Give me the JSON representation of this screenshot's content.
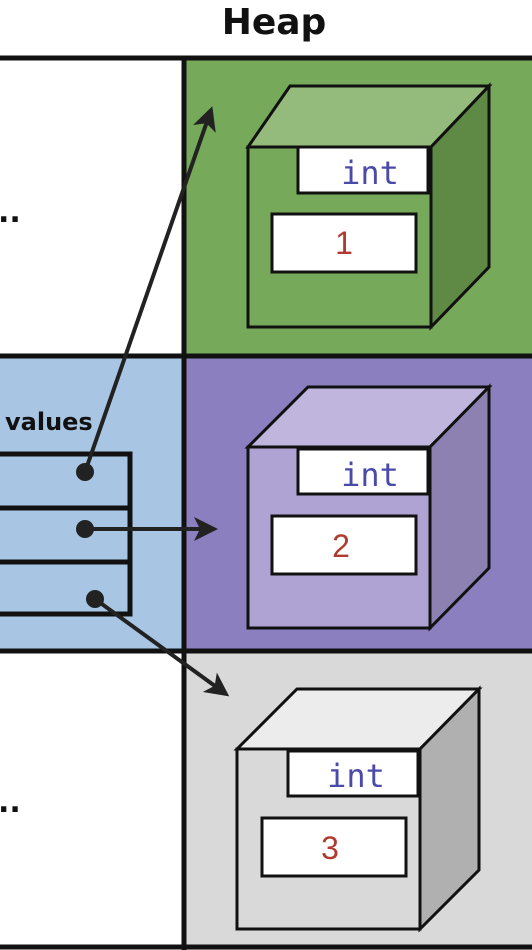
{
  "heap_title": "Heap",
  "variable": {
    "name": "values",
    "slot_count": 3
  },
  "ellipsis": "..",
  "objects": [
    {
      "type": "int",
      "value": "1",
      "colors": {
        "panel": "#77a95a",
        "front": "#77a95a",
        "top": "#94bb7b",
        "side": "#5e8a45"
      }
    },
    {
      "type": "int",
      "value": "2",
      "colors": {
        "panel": "#8b7fc0",
        "front": "#afa3d3",
        "top": "#c0b6dd",
        "side": "#8c81b0"
      }
    },
    {
      "type": "int",
      "value": "3",
      "colors": {
        "panel": "#d9d9d9",
        "front": "#d9d9d9",
        "top": "#ececec",
        "side": "#b0b0b0"
      }
    }
  ],
  "colors": {
    "stack_frame": "#a8c6e3",
    "text_type": "#4a4aa8",
    "text_value": "#b03a2e"
  }
}
